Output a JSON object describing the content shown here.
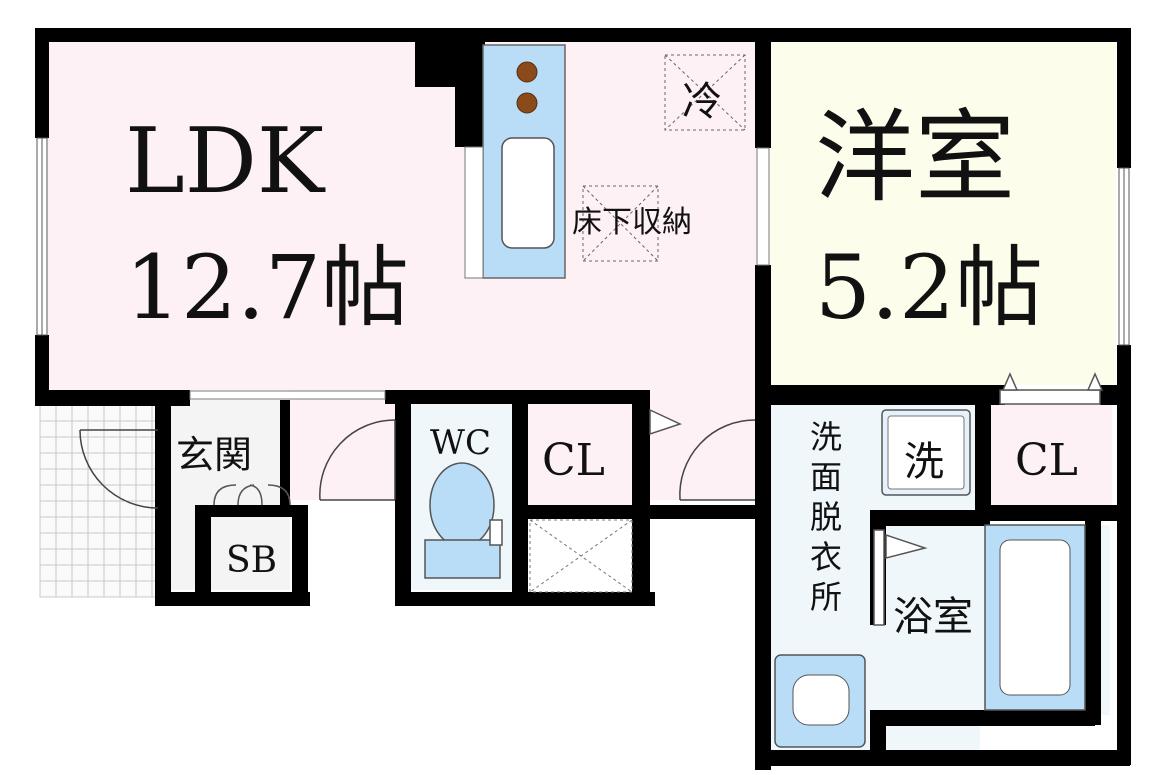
{
  "rooms": {
    "ldk": {
      "name": "LDK",
      "size": "12.7帖"
    },
    "western": {
      "name": "洋室",
      "size": "5.2帖"
    },
    "entrance": "玄関",
    "shoe_box": "SB",
    "toilet": "WC",
    "closet_1": "CL",
    "closet_2": "CL",
    "washroom": [
      "洗",
      "面",
      "脱",
      "衣",
      "所"
    ],
    "washer": "洗",
    "bathroom": "浴室",
    "fridge": "冷",
    "underfloor_storage": "床下収納"
  },
  "colors": {
    "wall": "#000000",
    "ldk_floor": "#fdf1f6",
    "western_floor": "#fdfdec",
    "wet_area_floor": "#f0f7fb",
    "fixture_blue": "#b9dcf7",
    "entrance_floor": "#f4f4f4",
    "burner_brown": "#8a4a1a"
  }
}
